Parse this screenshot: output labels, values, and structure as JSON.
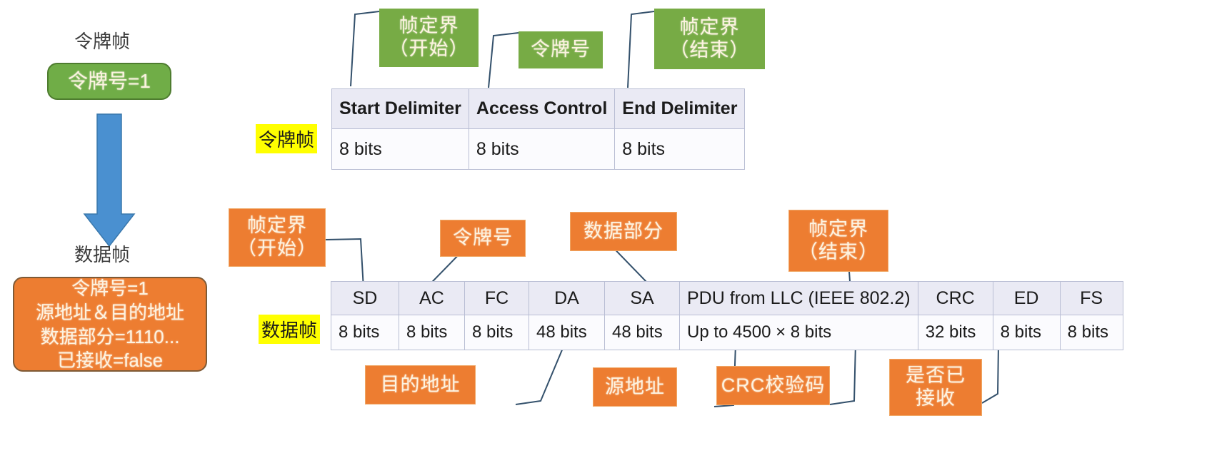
{
  "left_panel": {
    "token_caption": "令牌帧",
    "token_box_text": "令牌号=1",
    "data_caption": "数据帧",
    "data_box_lines": [
      "令牌号=1",
      "源地址＆目的地址",
      "数据部分=1110...",
      "已接收=false"
    ],
    "arrow_name": "down-arrow"
  },
  "token_frame": {
    "row_label": "令牌帧",
    "callouts": [
      {
        "text": "帧定界\n（开始）"
      },
      {
        "text": "令牌号"
      },
      {
        "text": "帧定界\n（结束）"
      }
    ],
    "headers": [
      "Start Delimiter",
      "Access Control",
      "End Delimiter"
    ],
    "bits": [
      "8 bits",
      "8 bits",
      "8 bits"
    ]
  },
  "data_frame": {
    "row_label": "数据帧",
    "callouts_top": [
      {
        "text": "帧定界\n（开始）"
      },
      {
        "text": "令牌号"
      },
      {
        "text": "数据部分"
      },
      {
        "text": "帧定界\n（结束）"
      }
    ],
    "callouts_bottom": [
      {
        "text": "目的地址"
      },
      {
        "text": "源地址"
      },
      {
        "text": "CRC校验码"
      },
      {
        "text": "是否已\n接收"
      }
    ],
    "headers": [
      "SD",
      "AC",
      "FC",
      "DA",
      "SA",
      "PDU from LLC (IEEE 802.2)",
      "CRC",
      "ED",
      "FS"
    ],
    "bits": [
      "8 bits",
      "8 bits",
      "8 bits",
      "48 bits",
      "48 bits",
      "Up to 4500 × 8 bits",
      "32 bits",
      "8 bits",
      "8 bits"
    ]
  },
  "colors": {
    "green_box": "#70ad47",
    "green_callout": "#77ab45",
    "orange": "#ed7d31",
    "arrow_blue": "#4a90d0",
    "highlight": "#ffff00",
    "table_header": "#eaeaf4",
    "leader_line": "#33506b"
  }
}
